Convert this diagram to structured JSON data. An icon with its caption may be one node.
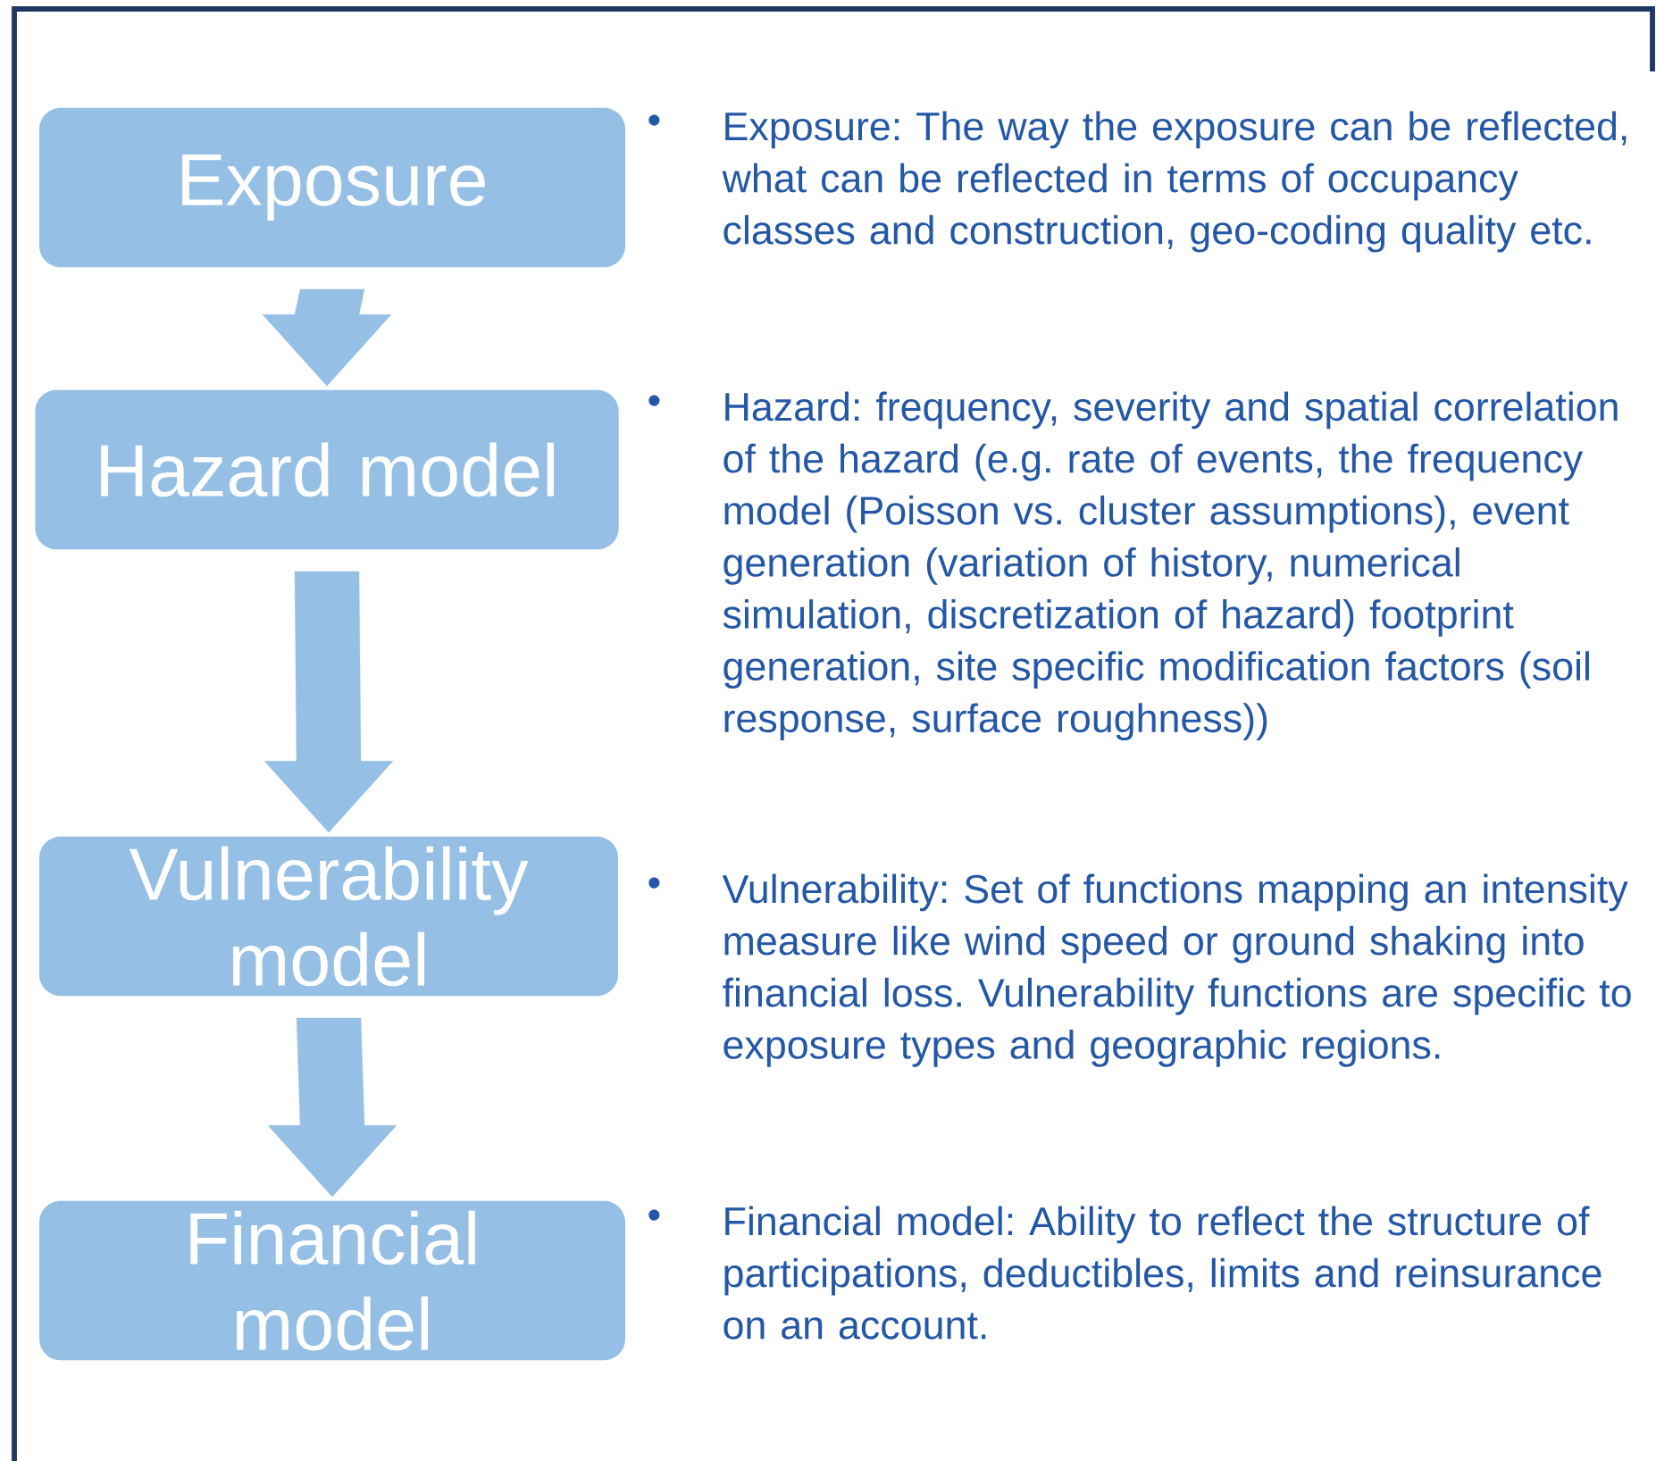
{
  "diagram": {
    "nodes": [
      {
        "text": [
          "Exposure"
        ],
        "beside": [
          "Exposure: The way the exposure can be reflected, what can be reflected in terms of occupancy classes and construction, geo-coding quality etc."
        ]
      },
      {
        "text": [
          "Hazard model"
        ],
        "beside": [
          "Hazard: frequency, severity and spatial correlation of the hazard (e.g. rate of events, the frequency model (Poisson vs. cluster assumptions), event generation (variation of history, numerical simulation, discretization of hazard) footprint generation, site specific modification factors (soil response, surface roughness))"
        ]
      },
      {
        "text": [
          "Vulnerability model"
        ],
        "beside": [
          "Vulnerability: Set of functions mapping an intensity measure like wind speed or ground shaking into financial loss. Vulnerability functions are specific to exposure types and geographic regions."
        ]
      },
      {
        "text": [
          "Financial model"
        ],
        "beside": [
          "Financial model: Ability to reflect the structure of participations, deductibles, limits and reinsurance on an account."
        ]
      }
    ],
    "labels": [
      "•",
      "•",
      "•",
      "•"
    ],
    "edges": [
      {
        "from": 0,
        "to": 1,
        "arrow": "to"
      },
      {
        "from": 1,
        "to": 2,
        "arrow": "to"
      },
      {
        "from": 2,
        "to": 3,
        "arrow": "to"
      }
    ]
  }
}
